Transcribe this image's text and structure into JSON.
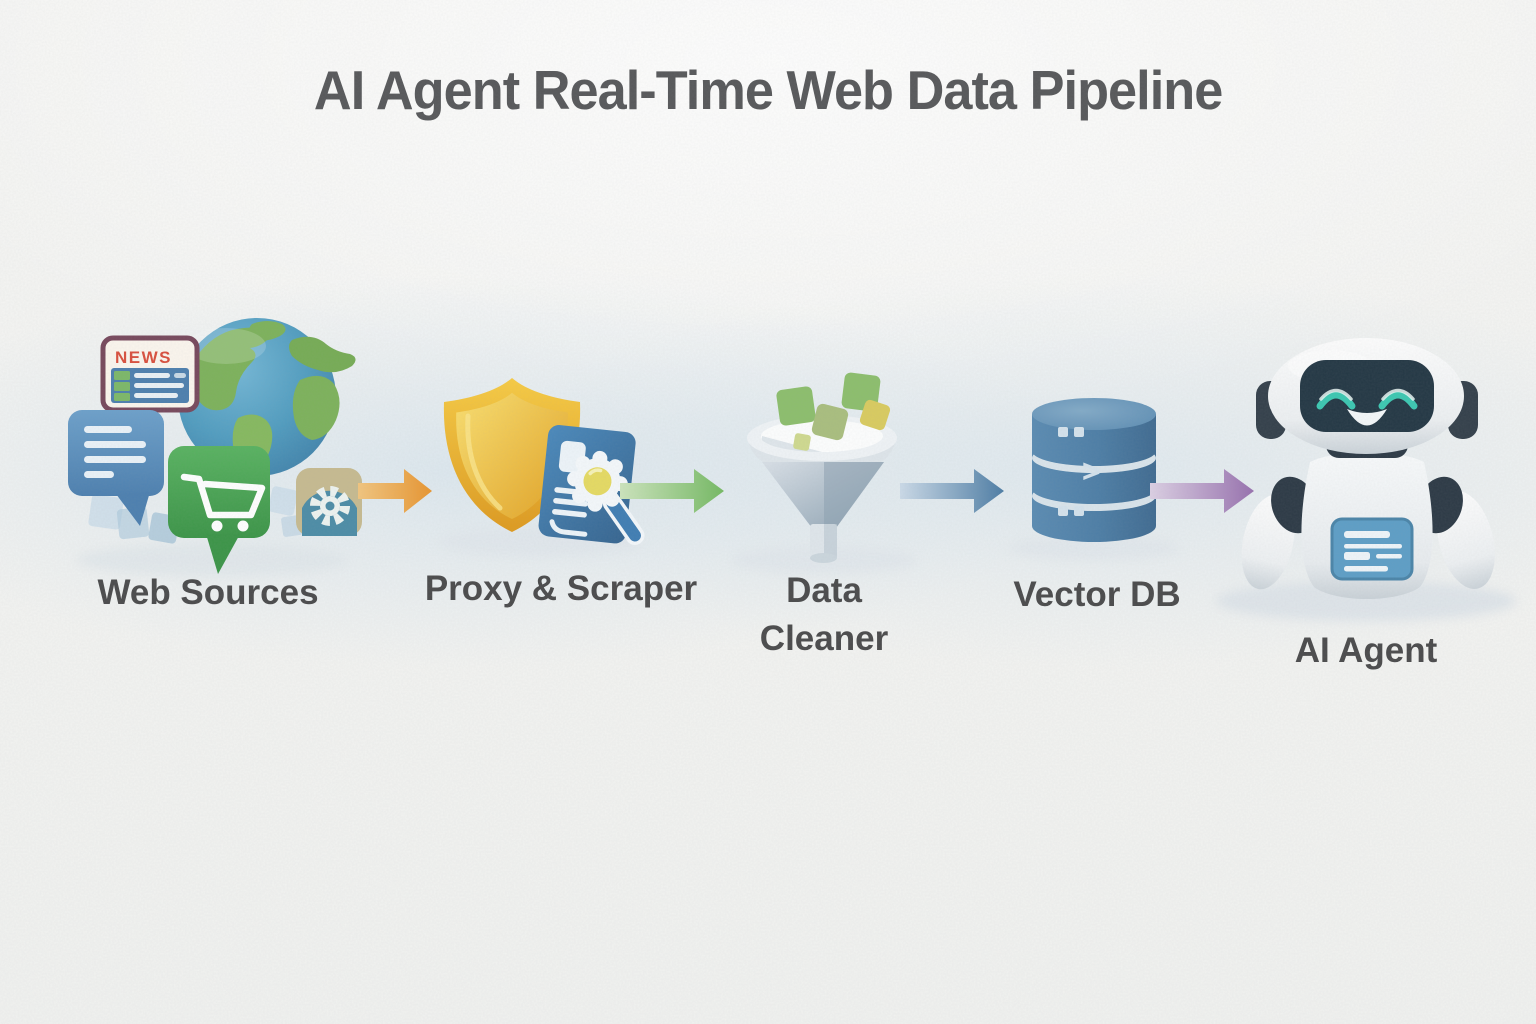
{
  "title": "AI Agent Real-Time Web Data Pipeline",
  "stages": [
    {
      "id": "web-sources",
      "label": "Web Sources",
      "icons": [
        "news-card",
        "globe",
        "chat-bubble",
        "shopping-cart-bubble",
        "gear-badge"
      ]
    },
    {
      "id": "proxy-scraper",
      "label": "Proxy & Scraper",
      "icons": [
        "shield",
        "document-magnifier"
      ]
    },
    {
      "id": "data-cleaner",
      "label": "Data Cleaner",
      "icons": [
        "data-cubes",
        "funnel"
      ]
    },
    {
      "id": "vector-db",
      "label": "Vector DB",
      "icons": [
        "database-cylinder"
      ]
    },
    {
      "id": "ai-agent",
      "label": "AI Agent",
      "icons": [
        "robot"
      ]
    }
  ],
  "news_card_text": "NEWS",
  "vector_db_glyph": ">",
  "arrows": [
    {
      "from": "web-sources",
      "to": "proxy-scraper",
      "color": "#E8983A"
    },
    {
      "from": "proxy-scraper",
      "to": "data-cleaner",
      "color": "#7BBE69"
    },
    {
      "from": "data-cleaner",
      "to": "vector-db",
      "color": "#4F7FA7"
    },
    {
      "from": "vector-db",
      "to": "ai-agent",
      "color": "#9B73AF"
    }
  ],
  "colors": {
    "background": "#F4F4F2",
    "title_text": "#57585A",
    "label_text": "#4A4A4B",
    "arrow_orange": "#E8983A",
    "arrow_green": "#7BBE69",
    "arrow_blue": "#4F7FA7",
    "arrow_purple": "#9B73AF",
    "shield_gold": "#EFB52E",
    "db_blue": "#4C7DA5",
    "robot_panel_blue": "#5D9EC6"
  }
}
